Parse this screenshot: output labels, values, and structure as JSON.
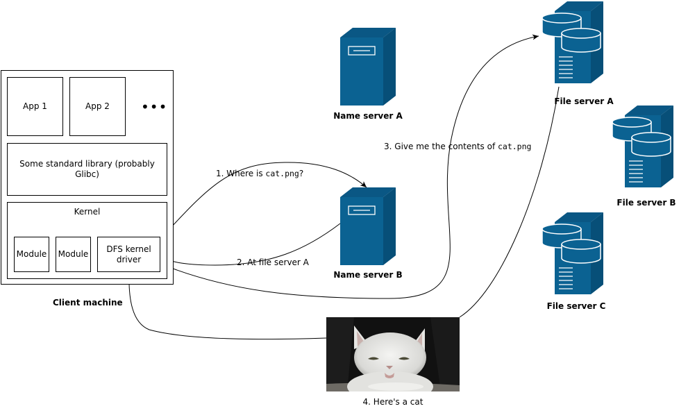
{
  "client": {
    "label": "Client machine",
    "apps": [
      "App 1",
      "App 2"
    ],
    "more": "•••",
    "library": "Some standard library (probably Glibc)",
    "kernel": {
      "title": "Kernel",
      "modules": [
        "Module",
        "Module"
      ],
      "driver": "DFS kernel driver"
    }
  },
  "servers": {
    "name_a": "Name server A",
    "name_b": "Name server B",
    "file_a": "File server A",
    "file_b": "File server B",
    "file_c": "File server C"
  },
  "steps": {
    "s1_pre": "1. Where is ",
    "s1_code": "cat.png",
    "s1_post": "?",
    "s2": "2. At file server A",
    "s3_pre": "3. Give me the contents of ",
    "s3_code": "cat.png",
    "s4": "4. Here's a cat"
  },
  "colors": {
    "server_fill": "#0b6292",
    "server_top": "#0a5784",
    "server_side": "#074f78"
  }
}
